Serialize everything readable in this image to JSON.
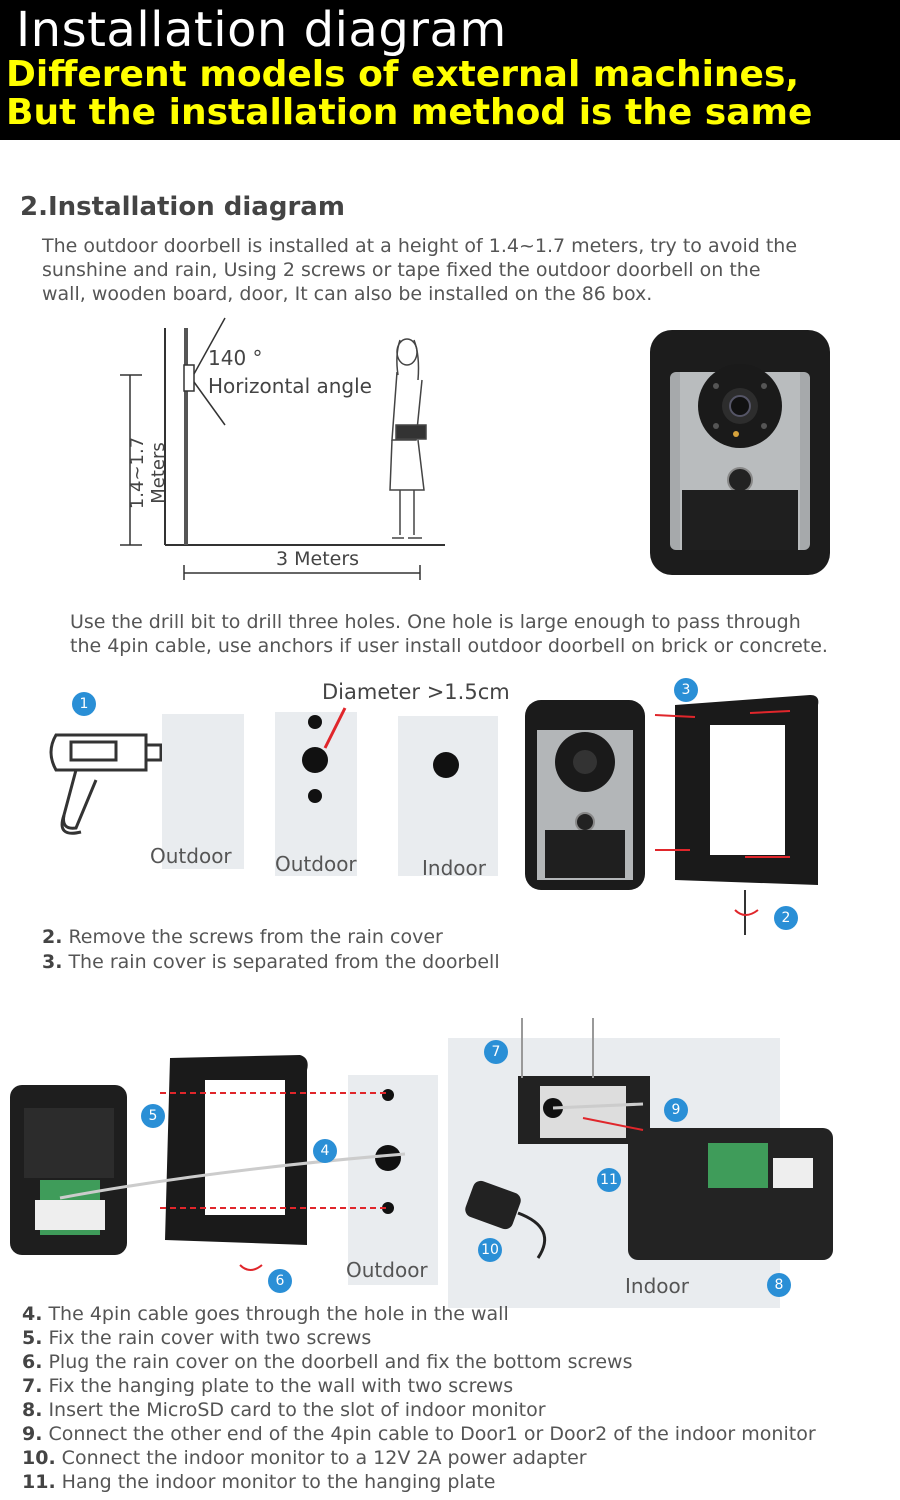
{
  "banner": {
    "title": "Installation diagram",
    "line1": "Different models of external machines,",
    "line2": "But the installation method is the same"
  },
  "section": {
    "number": "2.",
    "title": "Installation diagram",
    "intro": "The outdoor doorbell is installed at a height of 1.4~1.7 meters, try to avoid the sunshine and rain, Using 2 screws or tape fixed the  outdoor doorbell on the wall, wooden board, door, It can also be installed on the 86 box."
  },
  "height_diagram": {
    "angle": "140 °",
    "angle_label": "Horizontal angle",
    "height_label": "1.4~1.7 Meters",
    "distance_label": "3 Meters"
  },
  "drill_text": "Use the drill bit to drill three holes. One hole is large enough to pass through the 4pin cable, use anchors if user install outdoor doorbell on brick or concrete.",
  "drill_diagram": {
    "diameter_label": "Diameter >1.5cm",
    "wall_labels": [
      "Outdoor",
      "Outdoor",
      "Indoor"
    ]
  },
  "badges": [
    "1",
    "2",
    "3",
    "4",
    "5",
    "6",
    "7",
    "8",
    "9",
    "10",
    "11"
  ],
  "steps_a": [
    {
      "num": "2.",
      "text": "Remove the screws from the rain cover"
    },
    {
      "num": "3.",
      "text": "The rain cover is separated from the doorbell"
    }
  ],
  "assembly_labels": {
    "outdoor": "Outdoor",
    "indoor": "Indoor"
  },
  "steps_b": [
    {
      "num": "4.",
      "text": "The 4pin cable goes through the hole in the wall"
    },
    {
      "num": "5.",
      "text": "Fix the rain cover with two screws"
    },
    {
      "num": "6.",
      "text": "Plug the rain cover on the doorbell and fix the bottom screws"
    },
    {
      "num": "7.",
      "text": "Fix the hanging plate to the wall with two screws"
    },
    {
      "num": "8.",
      "text": "Insert the MicroSD card to the slot of indoor monitor"
    },
    {
      "num": "9.",
      "text": "Connect the other end of the 4pin cable to Door1 or Door2 of the indoor monitor"
    },
    {
      "num": "10.",
      "text": "Connect the indoor monitor to a 12V 2A power adapter"
    },
    {
      "num": "11.",
      "text": "Hang the indoor monitor to the hanging plate"
    }
  ],
  "colors": {
    "banner_bg": "#000000",
    "banner_title": "#ffffff",
    "banner_subtitle": "#ffff00",
    "badge": "#2a8fd6",
    "arrow": "#e0262b"
  }
}
